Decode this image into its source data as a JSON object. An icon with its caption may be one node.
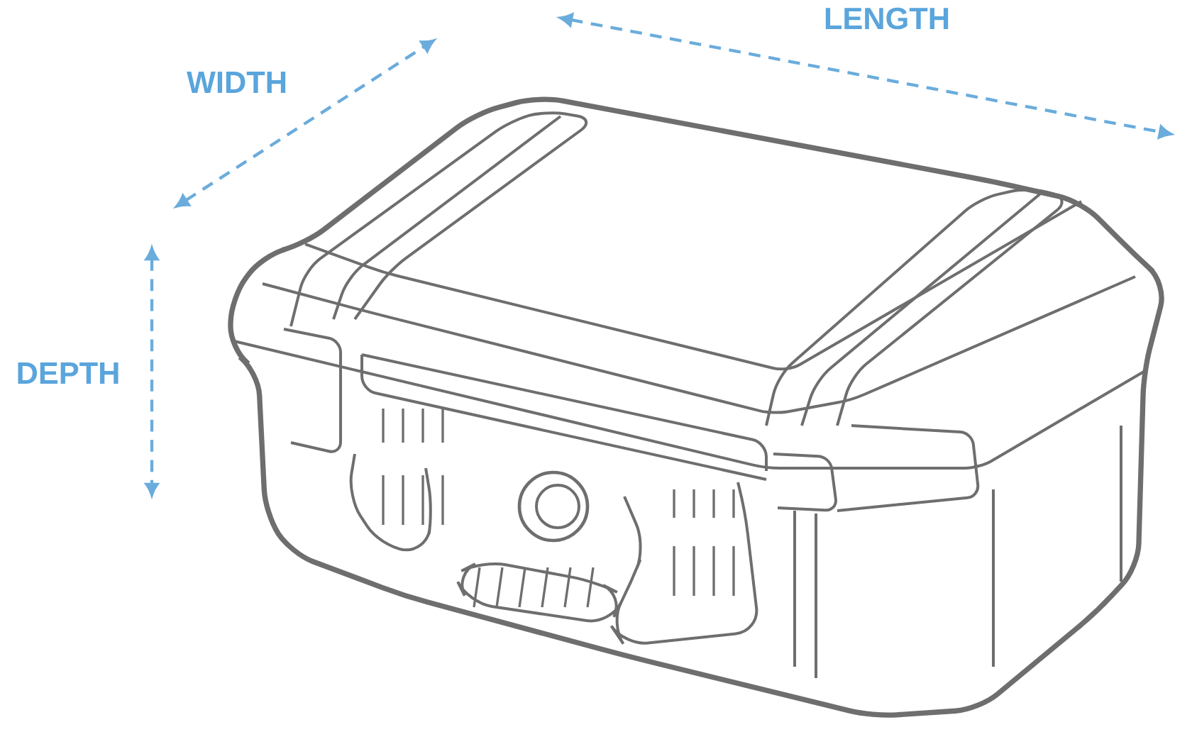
{
  "diagram": {
    "labels": [
      "LENGTH",
      "WIDTH",
      "DEPTH"
    ]
  }
}
